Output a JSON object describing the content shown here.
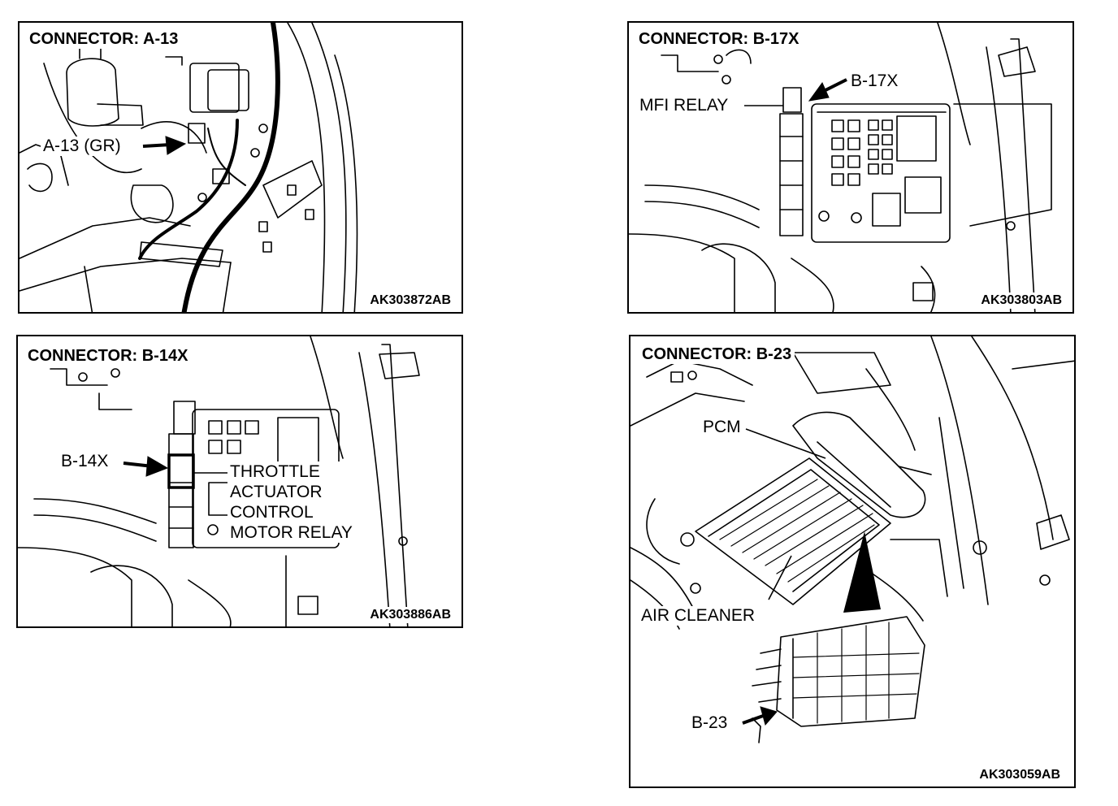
{
  "panels": {
    "a13": {
      "title": "CONNECTOR: A-13",
      "code": "AK303872AB",
      "labels": {
        "connector": "A-13 (GR)"
      }
    },
    "b17x": {
      "title": "CONNECTOR: B-17X",
      "code": "AK303803AB",
      "labels": {
        "connector": "B-17X",
        "relay": "MFI RELAY"
      }
    },
    "b14x": {
      "title": "CONNECTOR: B-14X",
      "code": "AK303886AB",
      "labels": {
        "connector": "B-14X",
        "relay_lines": [
          "THROTTLE",
          "ACTUATOR",
          "CONTROL",
          "MOTOR RELAY"
        ]
      }
    },
    "b23": {
      "title": "CONNECTOR: B-23",
      "code": "AK303059AB",
      "labels": {
        "pcm": "PCM",
        "air_cleaner": "AIR CLEANER",
        "connector": "B-23"
      }
    }
  }
}
